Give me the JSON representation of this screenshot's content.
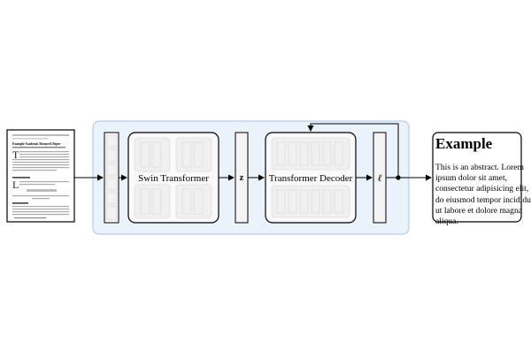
{
  "encoder": {
    "label": "Swin Transformer"
  },
  "latent": {
    "symbol": "z"
  },
  "decoder": {
    "label": "Transformer Decoder"
  },
  "logits": {
    "symbol": "ℓ"
  },
  "output": {
    "title": "Example",
    "body": "This is an abstract. Lorem ipsum dolor sit amet, consectetur adipisicing elit, sed do eiusmod tempor incididunt ut labore et dolore magna aliqua."
  },
  "input_page": {
    "title": "Example Academic Research Paper"
  },
  "colors": {
    "pipeline_bg": "#eaf2fb",
    "pipeline_border": "#a9c4e6",
    "block_fill": "#f4f4f4",
    "stroke": "#000000"
  }
}
